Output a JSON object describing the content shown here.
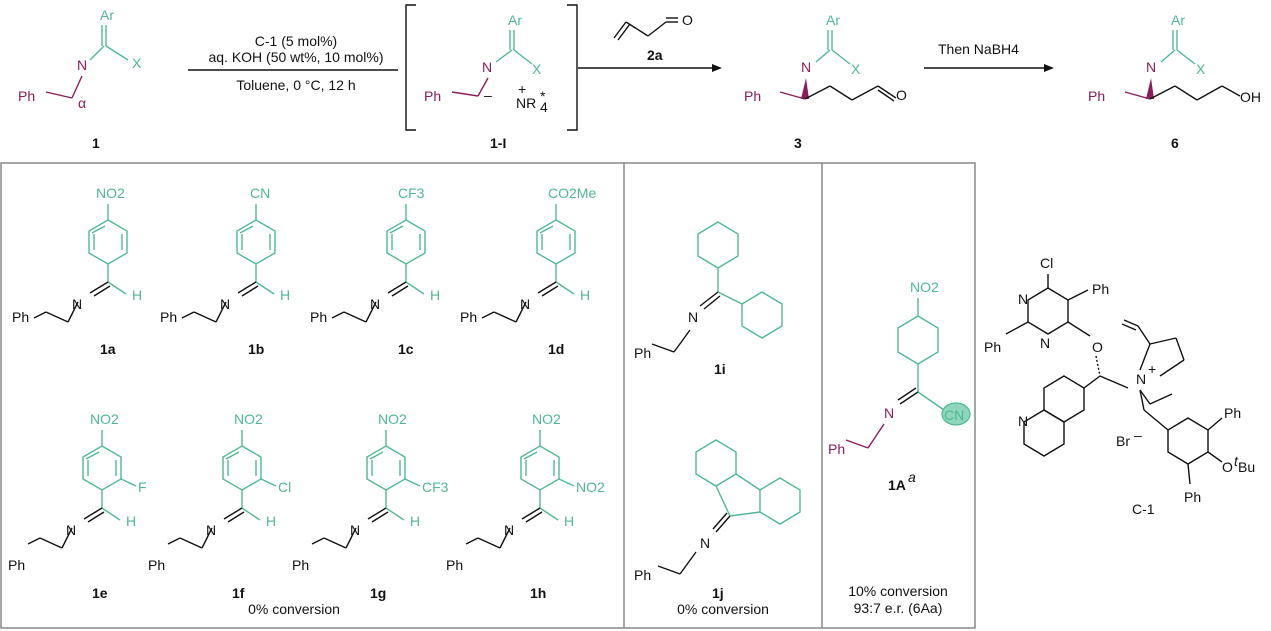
{
  "colors": {
    "green": "#4fb895",
    "magenta": "#8c1d5a",
    "black": "#111111",
    "box": "#888888"
  },
  "scheme": {
    "atoms": {
      "Ar": "Ar",
      "N": "N",
      "X": "X",
      "Ph": "Ph",
      "alpha": "α",
      "O": "O",
      "OH": "OH",
      "NR4": "NR",
      "minus": "–"
    },
    "compound_1": "1",
    "compound_1I": "1-I",
    "compound_3": "3",
    "compound_6": "6",
    "compound_2a": "2a",
    "cond_line1": "C-1 (5 mol%)",
    "cond_line2": "aq. KOH (50 wt%, 10 mol%)",
    "cond_line3": "Toluene, 0 °C, 12 h",
    "then_label": "Then NaBH4"
  },
  "substrates": {
    "row1": [
      {
        "label": "1a",
        "para": "NO2"
      },
      {
        "label": "1b",
        "para": "CN"
      },
      {
        "label": "1c",
        "para": "CF3"
      },
      {
        "label": "1d",
        "para": "CO2Me"
      }
    ],
    "row2": [
      {
        "label": "1e",
        "para": "NO2",
        "ortho": "F"
      },
      {
        "label": "1f",
        "para": "NO2",
        "ortho": "Cl"
      },
      {
        "label": "1g",
        "para": "NO2",
        "ortho": "CF3"
      },
      {
        "label": "1h",
        "para": "NO2",
        "ortho": "NO2"
      }
    ],
    "box1_result": "0% conversion",
    "label_1i": "1i",
    "label_1j": "1j",
    "box2_result": "0% conversion",
    "label_1A": "1A",
    "label_1A_sup": "a",
    "box3_para": "NO2",
    "box3_cn": "CN",
    "box3_result_line1": "10% conversion",
    "box3_result_line2": "93:7 e.r. (6Aa)"
  },
  "catalyst": {
    "label": "C-1",
    "cl": "Cl",
    "ph": "Ph",
    "n": "N",
    "o": "O",
    "br": "Br",
    "obu": "OtBu"
  }
}
